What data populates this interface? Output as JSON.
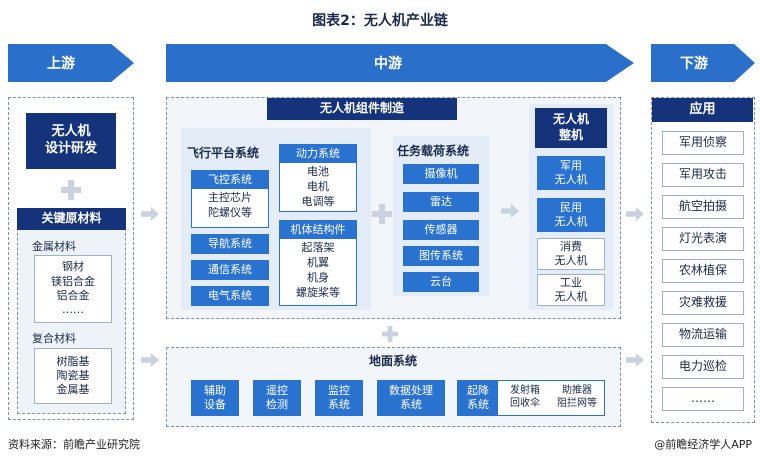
{
  "title": "图表2：无人机产业链",
  "stages": {
    "upstream": "上游",
    "midstream": "中游",
    "downstream": "下游"
  },
  "upstream": {
    "design": "无人机\n设计研发",
    "materials_title": "关键原材料",
    "metal": {
      "title": "金属材料",
      "items": "钢材\n镁铝合金\n铝合金\n……"
    },
    "composite": {
      "title": "复合材料",
      "items": "树脂基\n陶瓷基\n金属基"
    }
  },
  "components": {
    "header": "无人机组件制造",
    "flight_platform": {
      "title": "飞行平台系统",
      "control_label": "飞控系统",
      "control_items": "主控芯片\n陀螺仪等",
      "nav": "导航系统",
      "comm": "通信系统",
      "electric": "电气系统"
    },
    "power": {
      "title": "动力系统",
      "items": "电池\n电机\n电调等"
    },
    "structure": {
      "title": "机体结构件",
      "items": "起落架\n机翼\n机身\n螺旋桨等"
    },
    "payload": {
      "title": "任务载荷系统",
      "items": [
        "摄像机",
        "雷达",
        "传感器",
        "图传系统",
        "云台"
      ]
    }
  },
  "complete": {
    "header": "无人机\n整机",
    "items": [
      "军用\n无人机",
      "民用\n无人机",
      "消费\n无人机",
      "工业\n无人机"
    ]
  },
  "ground": {
    "title": "地面系统",
    "items": [
      "辅助\n设备",
      "遥控\n检测",
      "监控\n系统",
      "数据处理\n系统"
    ],
    "launch": {
      "label": "起降\n系统",
      "sub1": "发射箱\n回收伞",
      "sub2": "助推器\n阻拦网等"
    }
  },
  "applications": {
    "header": "应用",
    "items": [
      "军用侦察",
      "军用攻击",
      "航空拍摄",
      "灯光表演",
      "农林植保",
      "灾难救援",
      "物流运输",
      "电力巡检",
      "……"
    ]
  },
  "footer": {
    "source": "资料来源：前瞻产业研究院",
    "credit": "@前瞻经济学人APP"
  }
}
